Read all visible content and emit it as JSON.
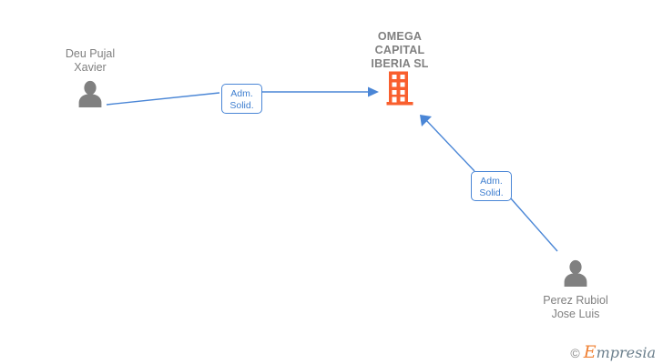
{
  "graph": {
    "background": "#ffffff",
    "edge_color": "#4a86d6",
    "person_color": "#808080",
    "company_color": "#f95f2e",
    "label_text_color": "#3f7fd0",
    "nodes": {
      "company": {
        "name": "OMEGA\nCAPITAL\nIBERIA  SL",
        "icon": "building-icon"
      },
      "person_left": {
        "name": "Deu Pujal\nXavier",
        "icon": "person-icon"
      },
      "person_bottom_right": {
        "name": "Perez Rubiol\nJose Luis",
        "icon": "person-icon"
      }
    },
    "edges": [
      {
        "label": "Adm.\nSolid."
      },
      {
        "label": "Adm.\nSolid."
      }
    ]
  },
  "watermark": {
    "copyright": "©",
    "brand_initial": "E",
    "brand_rest": "mpresia"
  }
}
